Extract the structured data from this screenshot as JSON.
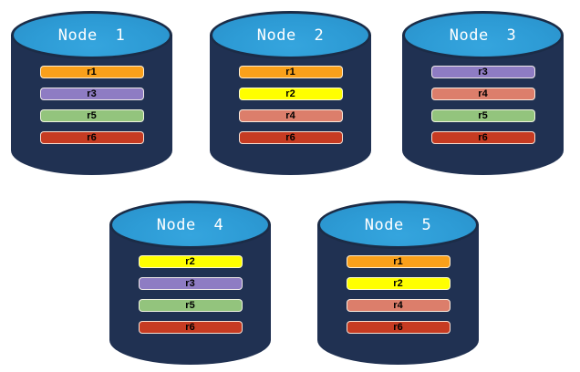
{
  "diagram": {
    "description": "Database nodes with replica placement",
    "background_color": "#FFFFFF",
    "cylinder_body_color": "#203152",
    "cylinder_top_color": "#2D9BD5",
    "cylinder_outline_color": "#1B2C47",
    "title_text_color": "#FFFFFF",
    "bar_text_color": "#000000",
    "replica_colors": {
      "r1": "#F9A01B",
      "r2": "#FFFF00",
      "r3": "#8E7CC3",
      "r4": "#DC7E6B",
      "r5": "#93C47D",
      "r6": "#C63B22"
    },
    "nodes": [
      {
        "title": "Node 1",
        "replicas": [
          "r1",
          "r3",
          "r5",
          "r6"
        ]
      },
      {
        "title": "Node 2",
        "replicas": [
          "r1",
          "r2",
          "r4",
          "r6"
        ]
      },
      {
        "title": "Node 3",
        "replicas": [
          "r3",
          "r4",
          "r5",
          "r6"
        ]
      },
      {
        "title": "Node 4",
        "replicas": [
          "r2",
          "r3",
          "r5",
          "r6"
        ]
      },
      {
        "title": "Node 5",
        "replicas": [
          "r1",
          "r2",
          "r4",
          "r6"
        ]
      }
    ]
  }
}
